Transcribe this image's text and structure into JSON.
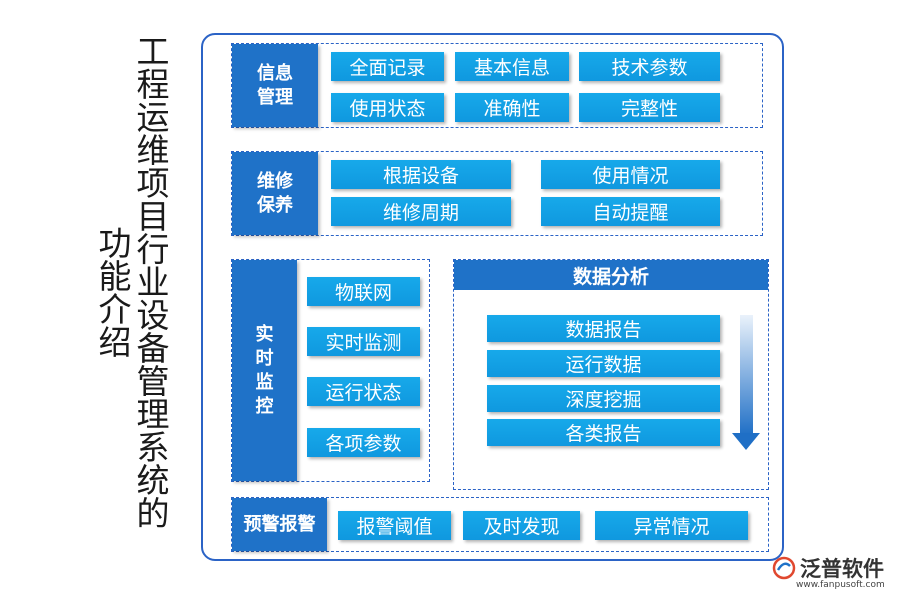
{
  "title": {
    "line1": "工程运维项目行业设备管理系统的",
    "line2": "功能介绍"
  },
  "sections": {
    "info": {
      "label": "信息\n管理",
      "items": [
        "全面记录",
        "基本信息",
        "技术参数",
        "使用状态",
        "准确性",
        "完整性"
      ]
    },
    "maintenance": {
      "label": "维修\n保养",
      "items": [
        "根据设备",
        "使用情况",
        "维修周期",
        "自动提醒"
      ]
    },
    "monitor": {
      "label": "实\n时\n监\n控",
      "items": [
        "物联网",
        "实时监测",
        "运行状态",
        "各项参数"
      ]
    },
    "analysis": {
      "label": "数据分析",
      "items": [
        "数据报告",
        "运行数据",
        "深度挖掘",
        "各类报告"
      ]
    },
    "warning": {
      "label": "预警报警",
      "items": [
        "报警阈值",
        "及时发现",
        "异常情况"
      ]
    }
  },
  "logo": {
    "name": "泛普软件",
    "url": "www.fanpusoft.com"
  },
  "colors": {
    "frame": "#2b63c6",
    "label_bg": "#1f72c8",
    "button_bg": "#12a2e6",
    "text_dark": "#1a1a1a"
  }
}
